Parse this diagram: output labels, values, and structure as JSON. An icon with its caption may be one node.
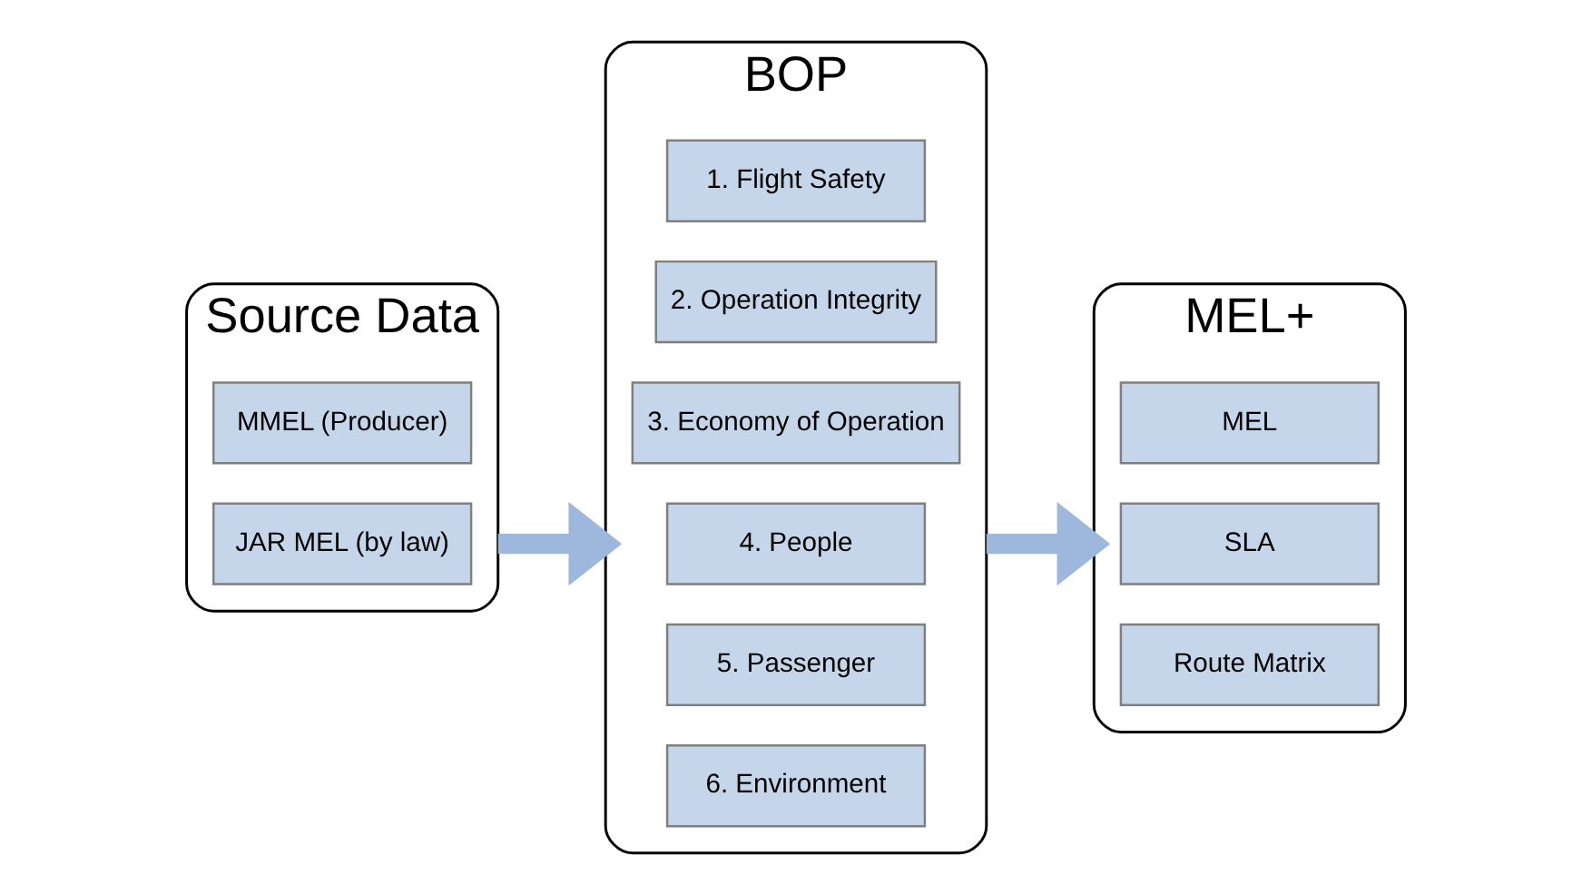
{
  "diagram": {
    "nodes": [
      {
        "text": [
          "Source Data"
        ]
      },
      {
        "text": [
          "MMEL (Producer)"
        ],
        "in": 0
      },
      {
        "text": [
          "JAR MEL (by law)"
        ],
        "in": 0
      },
      {
        "text": [
          "BOP"
        ]
      },
      {
        "text": [
          "1. Flight Safety"
        ],
        "in": 3
      },
      {
        "text": [
          "2. Operation Integrity"
        ],
        "in": 3
      },
      {
        "text": [
          "3. Economy of Operation"
        ],
        "in": 3
      },
      {
        "text": [
          "4. People"
        ],
        "in": 3
      },
      {
        "text": [
          "5. Passenger"
        ],
        "in": 3
      },
      {
        "text": [
          "6. Environment"
        ],
        "in": 3
      },
      {
        "text": [
          "MEL+"
        ]
      },
      {
        "text": [
          "MEL"
        ],
        "in": 10
      },
      {
        "text": [
          "SLA"
        ],
        "in": 10
      },
      {
        "text": [
          "Route Matrix"
        ],
        "in": 10
      }
    ],
    "edges": [
      {
        "from": 0,
        "to": 3,
        "arrow": "to"
      },
      {
        "from": 3,
        "to": 10,
        "arrow": "to"
      }
    ]
  }
}
